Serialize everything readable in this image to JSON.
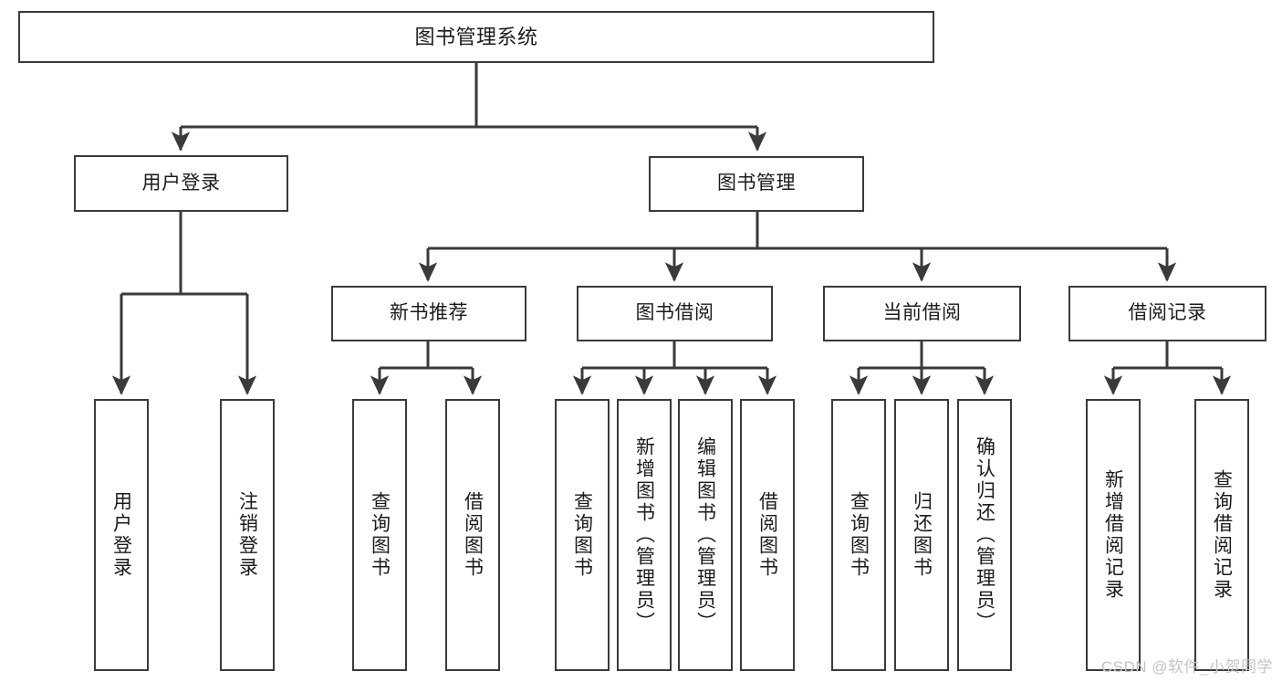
{
  "diagram": {
    "title": "图书管理系统",
    "type": "tree-hierarchy-chart",
    "colors": {
      "box_border": "#3a3a3a",
      "box_fill": "#ffffff",
      "edge": "#3a3a3a",
      "text": "#1b1b1b",
      "watermark": "#c4c4c4",
      "background": "#ffffff"
    },
    "nodes": {
      "root": {
        "label": "图书管理系统"
      },
      "level2": [
        {
          "id": "user-login",
          "label": "用户登录"
        },
        {
          "id": "book-management",
          "label": "图书管理"
        }
      ],
      "level3": [
        {
          "id": "new-book-recommend",
          "label": "新书推荐"
        },
        {
          "id": "book-borrow",
          "label": "图书借阅"
        },
        {
          "id": "current-borrow",
          "label": "当前借阅"
        },
        {
          "id": "borrow-record",
          "label": "借阅记录"
        }
      ],
      "leaves": {
        "user-login": [
          {
            "id": "leaf-user-login",
            "label": "用户登录"
          },
          {
            "id": "leaf-user-logout",
            "label": "注销登录"
          }
        ],
        "new-book-recommend": [
          {
            "id": "leaf-query-book-1",
            "label": "查询图书"
          },
          {
            "id": "leaf-borrow-book-1",
            "label": "借阅图书"
          }
        ],
        "book-borrow": [
          {
            "id": "leaf-query-book-2",
            "label": "查询图书"
          },
          {
            "id": "leaf-add-book",
            "label": "新增图书（管理员）"
          },
          {
            "id": "leaf-edit-book",
            "label": "编辑图书（管理员）"
          },
          {
            "id": "leaf-borrow-book-2",
            "label": "借阅图书"
          }
        ],
        "current-borrow": [
          {
            "id": "leaf-query-book-3",
            "label": "查询图书"
          },
          {
            "id": "leaf-return-book",
            "label": "归还图书"
          },
          {
            "id": "leaf-confirm-return",
            "label": "确认归还（管理员）"
          }
        ],
        "borrow-record": [
          {
            "id": "leaf-add-record",
            "label": "新增借阅记录"
          },
          {
            "id": "leaf-query-record",
            "label": "查询借阅记录"
          }
        ]
      }
    },
    "watermark": "CSDN @软件_小贺同学"
  }
}
